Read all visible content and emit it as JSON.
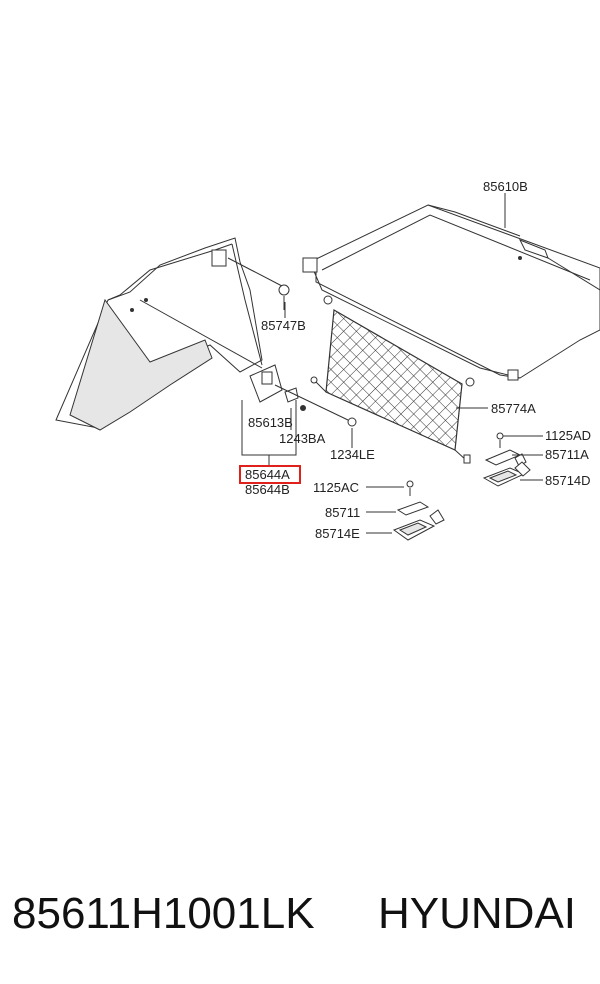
{
  "labels": {
    "l85610B": "85610B",
    "l85747B": "85747B",
    "l85774A": "85774A",
    "l85613B": "85613B",
    "l1243BA": "1243BA",
    "l1234LE": "1234LE",
    "l85644A": "85644A",
    "l85644B": "85644B",
    "l1125AD": "1125AD",
    "l85711A": "85711A",
    "l85714D": "85714D",
    "l1125AC": "1125AC",
    "l85711": "85711",
    "l85714E": "85714E"
  },
  "highlight_color": "#e0201b",
  "caption": {
    "part_number": "85611H1001LK",
    "brand": "HYUNDAI"
  }
}
